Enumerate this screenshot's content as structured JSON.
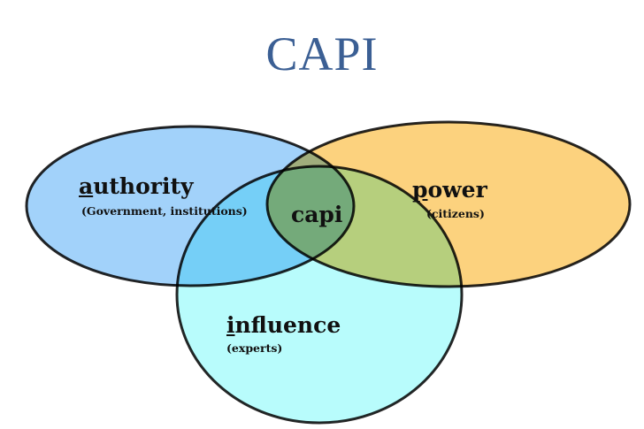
{
  "title": "CAPI",
  "colors": {
    "authority": "#a2d2fa",
    "power": "#fcd27e",
    "influence": "#b8fcfc",
    "title": "#3b5f94"
  },
  "sets": {
    "authority": {
      "initial": "a",
      "rest": "uthority",
      "subtitle": "(Government, institutions)"
    },
    "power": {
      "initial": "p",
      "rest": "ower",
      "subtitle": "(citizens)"
    },
    "influence": {
      "initial": "i",
      "rest": "nfluence",
      "subtitle": "(experts)"
    }
  },
  "center_label": "capi"
}
